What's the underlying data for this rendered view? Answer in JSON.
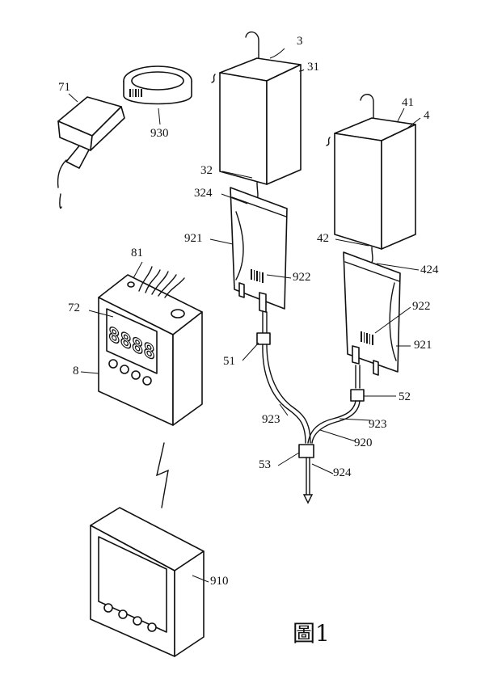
{
  "figure_caption": "圖1",
  "labels": {
    "n3": "3",
    "n31": "31",
    "n71": "71",
    "n930": "930",
    "n41": "41",
    "n4": "4",
    "n32": "32",
    "n324": "324",
    "n921a": "921",
    "n42": "42",
    "n424": "424",
    "n81": "81",
    "n922a": "922",
    "n72": "72",
    "n922b": "922",
    "n921b": "921",
    "n51": "51",
    "n8": "8",
    "n52": "52",
    "n923a": "923",
    "n923b": "923",
    "n920": "920",
    "n53": "53",
    "n924": "924",
    "n910": "910"
  },
  "display_digits": "8888"
}
